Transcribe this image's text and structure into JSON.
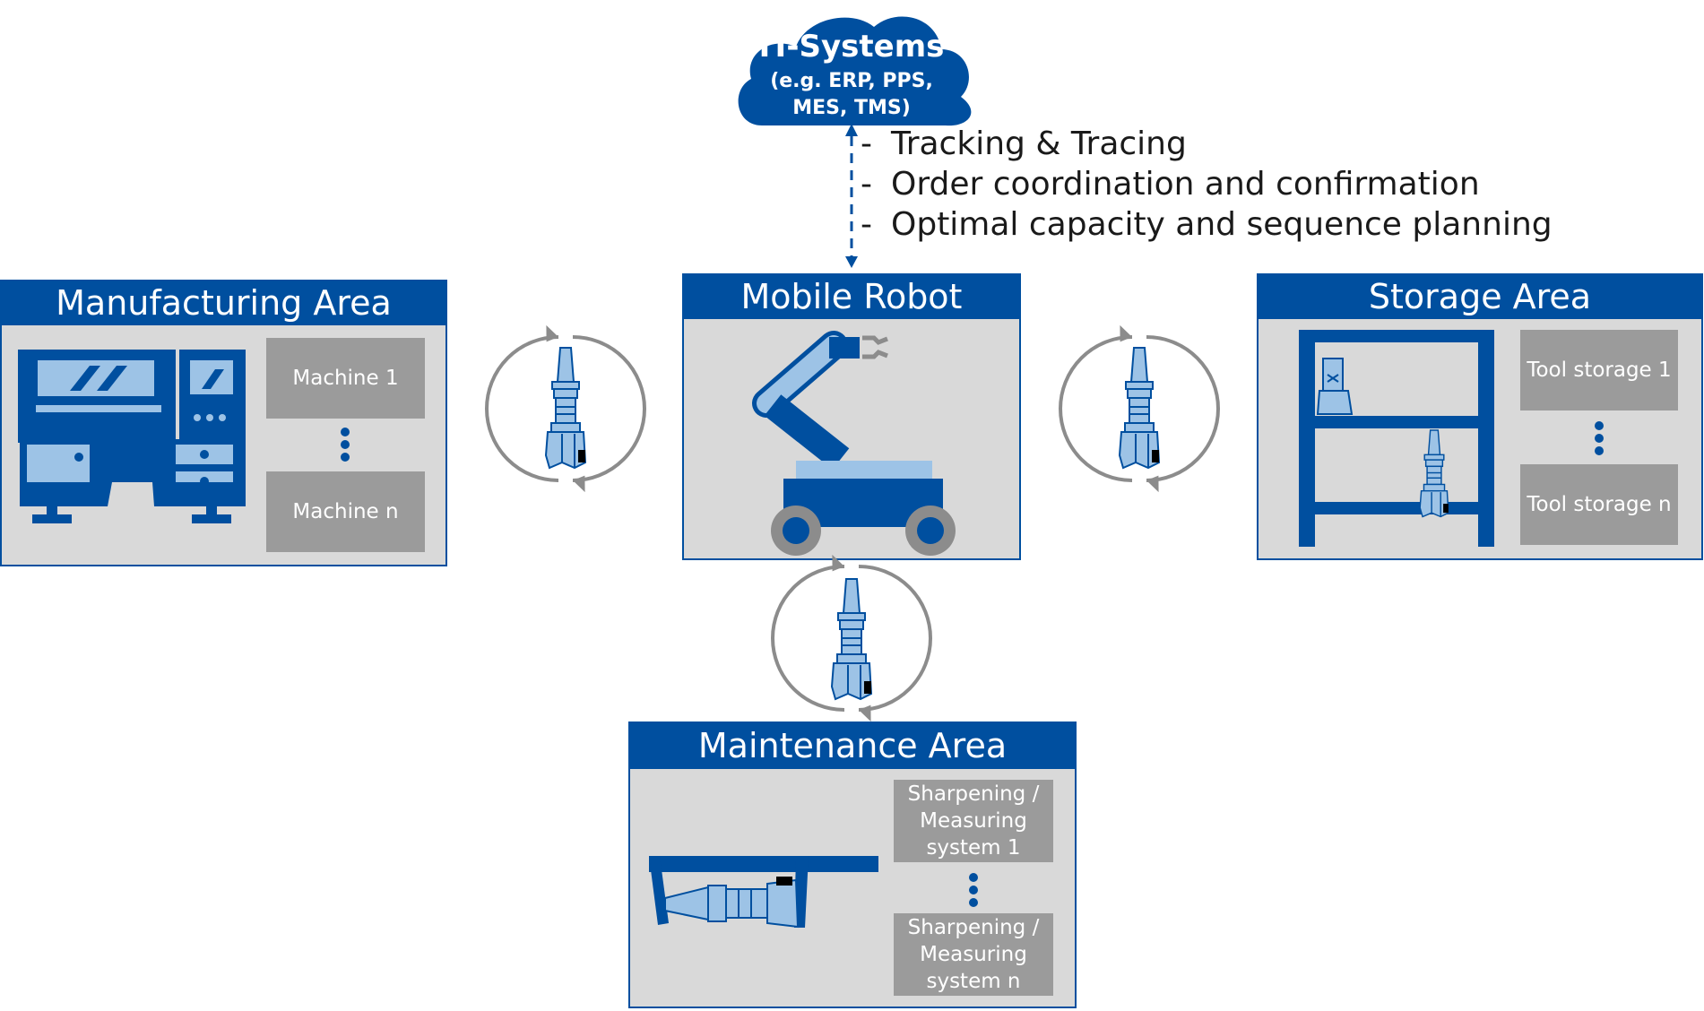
{
  "it_systems": {
    "title": "IT-Systems",
    "subtitle_line1": "(e.g. ERP, PPS,",
    "subtitle_line2": "MES, TMS)"
  },
  "benefits": [
    "Tracking & Tracing",
    "Order coordination and confirmation",
    "Optimal capacity and sequence planning"
  ],
  "bullet_dash": "-",
  "manufacturing": {
    "title": "Manufacturing Area",
    "machine_first": "Machine 1",
    "machine_last": "Machine n"
  },
  "robot": {
    "title": "Mobile Robot"
  },
  "storage": {
    "title": "Storage Area",
    "storage_first": "Tool storage 1",
    "storage_last": "Tool storage n"
  },
  "maintenance": {
    "title": "Maintenance Area",
    "system_first": [
      "Sharpening /",
      "Measuring",
      "system 1"
    ],
    "system_last": [
      "Sharpening /",
      "Measuring",
      "system n"
    ]
  },
  "colors": {
    "primary_blue": "#004f9f",
    "light_blue": "#9dc3e6",
    "panel_gray": "#d9d9d9",
    "box_gray": "#9b9b9b",
    "arc_gray": "#8c8c8c"
  },
  "icons": {
    "cloud": "cloud-icon",
    "cnc_machine": "cnc-machine-icon",
    "robot_arm": "mobile-robot-icon",
    "shelf": "shelf-icon",
    "tool_holder": "tool-holder-icon",
    "grinder": "grinding-machine-icon"
  }
}
